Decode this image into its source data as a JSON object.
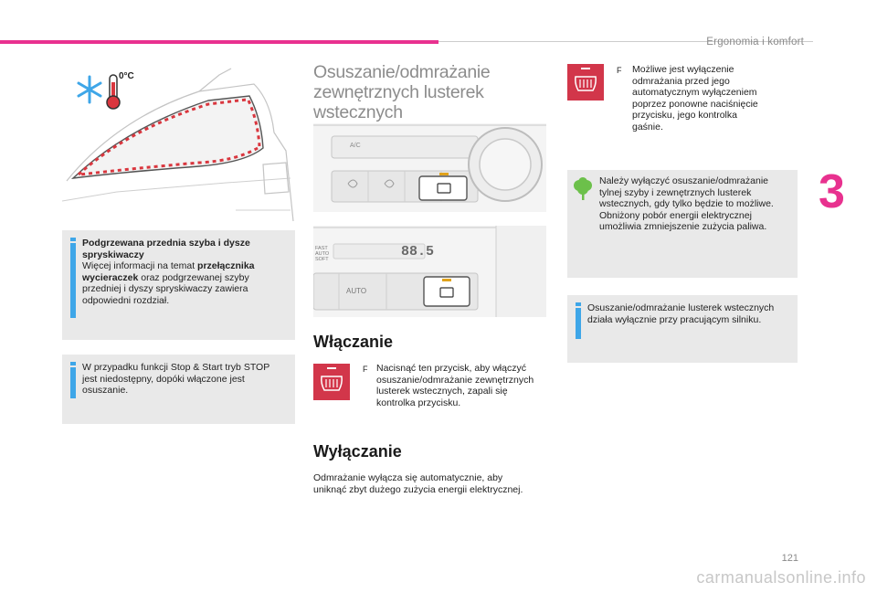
{
  "header": {
    "section_title": "Ergonomia i komfort",
    "chapter_number": "3",
    "page_number": "121",
    "watermark": "carmanualsonline.info"
  },
  "left_column": {
    "figure_label_temp": "0°C",
    "info_box_1": {
      "title": "Podgrzewana przednia szyba i dysze spryskiwaczy",
      "text_a": "Więcej informacji na temat ",
      "text_bold": "przełącznika wycieraczek",
      "text_b": " oraz podgrzewanej szyby przedniej i dyszy spryskiwaczy zawiera odpowiedni rozdział."
    },
    "info_box_2": {
      "text": "W przypadku funkcji Stop & Start tryb STOP jest niedostępny, dopóki włączone jest osuszanie."
    }
  },
  "middle_column": {
    "heading_line1": "Osuszanie/odmrażanie",
    "heading_line2": "zewnętrznych lusterek wstecznych",
    "panel1_labels": {
      "ac": "A/C"
    },
    "panel2_labels": {
      "fast": "FAST",
      "auto": "AUTO",
      "soft": "SOFT",
      "display": "88.5",
      "auto_button": "AUTO"
    },
    "wlaczanie": {
      "heading": "Włączanie",
      "bullet": "F",
      "text": "Nacisnąć ten przycisk, aby włączyć osuszanie/odmrażanie zewnętrznych lusterek wstecznych, zapali się kontrolka przycisku."
    },
    "wylaczanie": {
      "heading": "Wyłączanie",
      "text": "Odmrażanie wyłącza się automatycznie, aby uniknąć zbyt dużego zużycia energii elektrycznej."
    }
  },
  "right_column": {
    "bullet": "F",
    "off_text": "Możliwe jest wyłączenie odmrażania przed jego automatycznym wyłączeniem poprzez ponowne naciśnięcie przycisku, jego kontrolka gaśnie.",
    "eco_box_text": "Należy wyłączyć osuszanie/odmrażanie tylnej szyby i zewnętrznych lusterek wstecznych, gdy tylko będzie to możliwe. Obniżony pobór energii elektrycznej umożliwia zmniejszenie zużycia paliwa.",
    "info_box_3_text": "Osuszanie/odmrażanie lusterek wstecznych działa wyłącznie przy pracującym silniku."
  },
  "colors": {
    "accent_pink": "#e8318f",
    "info_blue": "#3ea6e8",
    "eco_green": "#6cc04a",
    "button_red": "#d2364a",
    "box_grey": "#e9e9e9"
  }
}
